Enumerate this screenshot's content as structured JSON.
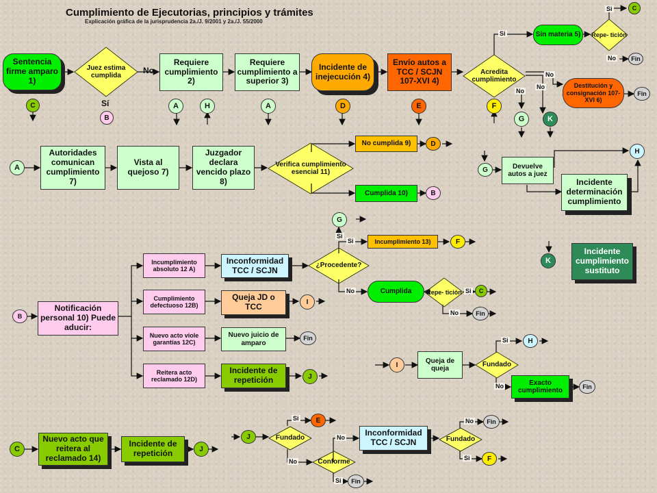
{
  "title": "Cumplimiento de Ejecutorias, principios y trámites",
  "subtitle": "Explicación gráfica de la jurisprudencia 2a./J. 9/2001  y   2a./J. 55/2000",
  "nodes": {
    "n1": "Sentencia firme amparo 1)",
    "d_juez": "Juez estima cumplida",
    "n2": "Requiere cumplimiento 2)",
    "n3": "Requiere cumplimiento a superior 3)",
    "n4": "Incidente de inejecución 4)",
    "n_envio": "Envío autos a TCC / SCJN 107-XVI  4)",
    "d_acredita": "Acredita cumplimiento",
    "n5": "Sin materia 5)",
    "d_rep1": "Repe- tición",
    "n6": "Destitución y consignación 107-XVI  6)",
    "n7": "Autoridades comunican cumplimiento 7)",
    "n_vista": "Vista al quejoso 7)",
    "n8": "Juzgador declara vencido plazo 8)",
    "d_verifica": "Verifica cumplimiento esencial 11)",
    "n9": "No cumplida 9)",
    "n10": "Cumplida  10)",
    "n_devuelve": "Devuelve autos a juez",
    "n_incdet": "Incidente determinación cumplimiento",
    "n_notif": "Notificación personal 10) Puede aducir:",
    "n12a": "Incumplimiento absoluto 12 A)",
    "n12b": "Cumplimiento defectuoso  12B)",
    "n12c": "Nuevo acto viole garantías  12C)",
    "n12d": "Reitera acto reclamado 12D)",
    "n_incon1": "Inconformidad TCC / SCJN",
    "d_proc": "¿Procedente?",
    "n13": "Incumplimiento  13)",
    "n_cumplida": "Cumplida",
    "d_rep2": "Repe- tición",
    "n_queja_jd": "Queja JD o TCC",
    "n_nuevo_juicio": "Nuevo juicio de amparo",
    "n_increp1": "Incidente de repetición",
    "n_incsust": "Incidente cumplimiento sustituto",
    "n_queja": "Queja de queja",
    "d_fundado1": "Fundado",
    "n_exacto": "Exacto cumplimiento",
    "n14": "Nuevo acto que reitera al reclamado  14)",
    "n_increp2": "Incidente de repetición",
    "d_fundado2": "Fundado",
    "d_conforme": "Conforme",
    "n_incon2": "Inconformidad TCC / SCJN",
    "d_fundado3": "Fundado"
  },
  "connectors": {
    "A": "A",
    "B": "B",
    "C": "C",
    "D": "D",
    "E": "E",
    "F": "F",
    "G": "G",
    "H": "H",
    "I": "I",
    "J": "J",
    "K": "K",
    "Fin": "Fin"
  },
  "labels": {
    "si": "Sí",
    "no": "No",
    "si2": "Si"
  }
}
